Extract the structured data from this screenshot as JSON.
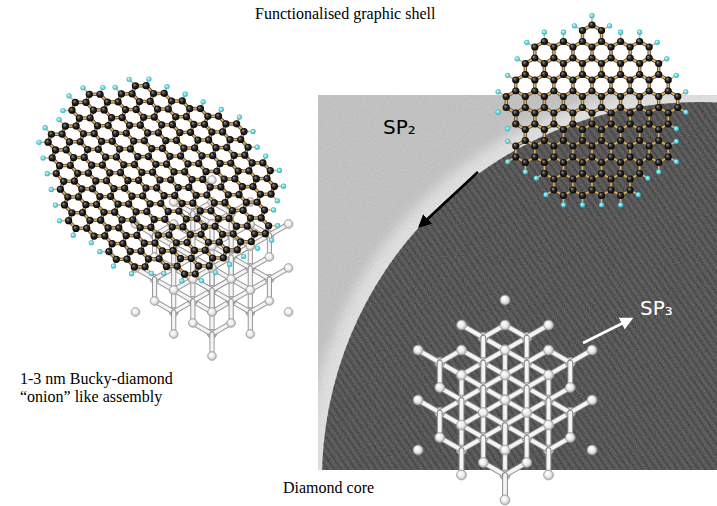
{
  "diagram": {
    "labels": [
      "Functionalised graphic shell",
      "SP₂",
      "SP₃",
      "1-3 nm Bucky-diamond “onion” like assembly",
      "Diamond core"
    ]
  }
}
